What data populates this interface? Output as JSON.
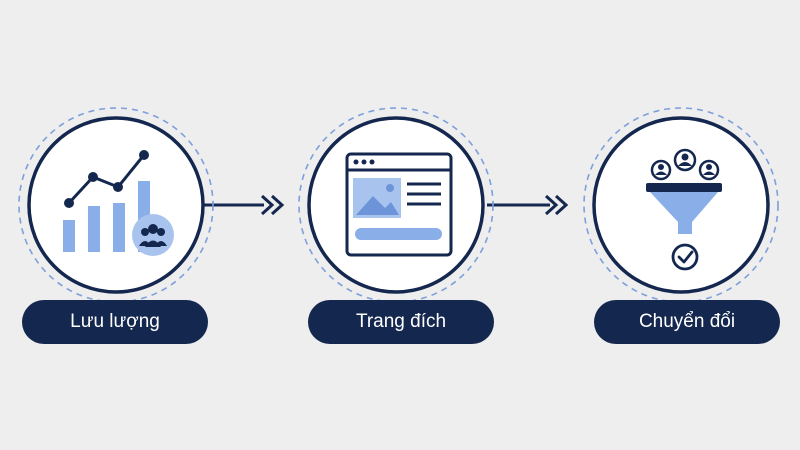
{
  "steps": [
    {
      "label": "Lưu lượng",
      "icon": "traffic-chart-icon"
    },
    {
      "label": "Trang đích",
      "icon": "landing-page-icon"
    },
    {
      "label": "Chuyển đổi",
      "icon": "conversion-funnel-icon"
    }
  ],
  "connectors": [
    {
      "icon": "double-chevron-right-icon"
    },
    {
      "icon": "double-chevron-right-icon"
    }
  ],
  "colors": {
    "background": "#eeeeef",
    "navy": "#14274e",
    "accent_blue": "#7a9fe0",
    "light_blue": "#a9c3ef",
    "dashed_ring": "#7d9fdb",
    "circle_fill": "#ffffff"
  }
}
